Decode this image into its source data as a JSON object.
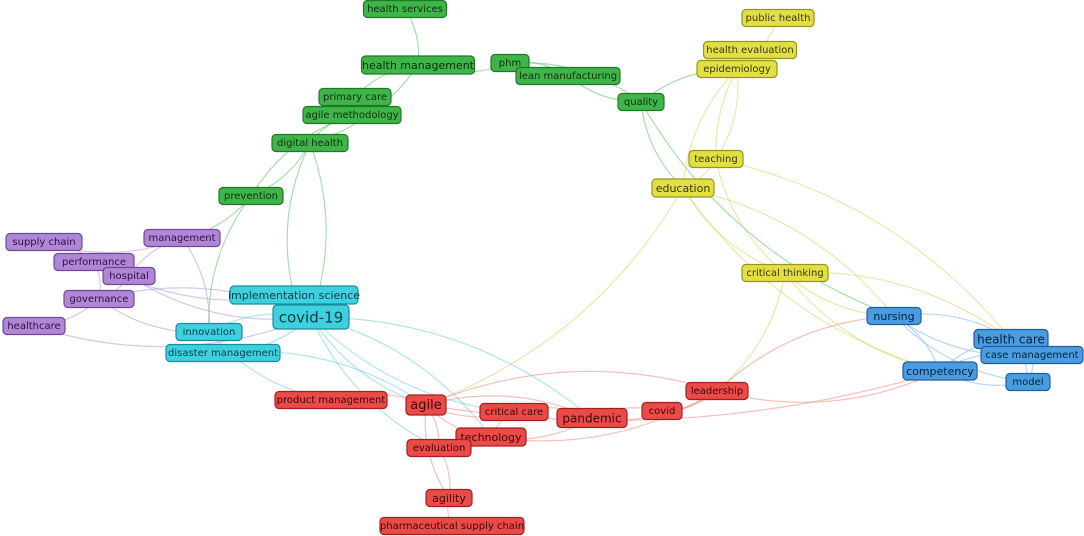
{
  "clusters": {
    "green": {
      "fill": "#3fb449",
      "stroke": "#1f7a28",
      "text": "#0d2e10",
      "edge": "#5cc46a"
    },
    "yellow": {
      "fill": "#e2df45",
      "stroke": "#9a9320",
      "text": "#3a3808",
      "edge": "#d6d66a"
    },
    "purple": {
      "fill": "#b186d6",
      "stroke": "#6e4a93",
      "text": "#2a1440",
      "edge": "#b59ad8"
    },
    "cyan": {
      "fill": "#3fd0e0",
      "stroke": "#1b8c99",
      "text": "#073d44",
      "edge": "#6fd0dc"
    },
    "red": {
      "fill": "#ea4a48",
      "stroke": "#a4201f",
      "text": "#3d0707",
      "edge": "#ee8c88"
    },
    "blue": {
      "fill": "#4a9be0",
      "stroke": "#1d5f9a",
      "text": "#06223d",
      "edge": "#7fb5e8"
    }
  },
  "nodes": [
    {
      "id": "health services",
      "label": "health services",
      "cluster": "green"
    },
    {
      "id": "health management",
      "label": "health management",
      "cluster": "green"
    },
    {
      "id": "phm",
      "label": "phm",
      "cluster": "green"
    },
    {
      "id": "lean manufacturing",
      "label": "lean manufacturing",
      "cluster": "green"
    },
    {
      "id": "primary care",
      "label": "primary care",
      "cluster": "green"
    },
    {
      "id": "agile methodology",
      "label": "agile methodology",
      "cluster": "green"
    },
    {
      "id": "digital health",
      "label": "digital health",
      "cluster": "green"
    },
    {
      "id": "quality",
      "label": "quality",
      "cluster": "green"
    },
    {
      "id": "prevention",
      "label": "prevention",
      "cluster": "green"
    },
    {
      "id": "public health",
      "label": "public health",
      "cluster": "yellow"
    },
    {
      "id": "health evaluation",
      "label": "health evaluation",
      "cluster": "yellow"
    },
    {
      "id": "epidemiology",
      "label": "epidemiology",
      "cluster": "yellow"
    },
    {
      "id": "teaching",
      "label": "teaching",
      "cluster": "yellow"
    },
    {
      "id": "education",
      "label": "education",
      "cluster": "yellow"
    },
    {
      "id": "critical thinking",
      "label": "critical thinking",
      "cluster": "yellow"
    },
    {
      "id": "supply chain",
      "label": "supply chain",
      "cluster": "purple"
    },
    {
      "id": "management",
      "label": "management",
      "cluster": "purple"
    },
    {
      "id": "performance",
      "label": "performance",
      "cluster": "purple"
    },
    {
      "id": "hospital",
      "label": "hospital",
      "cluster": "purple"
    },
    {
      "id": "governance",
      "label": "governance",
      "cluster": "purple"
    },
    {
      "id": "healthcare",
      "label": "healthcare",
      "cluster": "purple"
    },
    {
      "id": "implementation science",
      "label": "implementation science",
      "cluster": "cyan"
    },
    {
      "id": "covid-19",
      "label": "covid-19",
      "cluster": "cyan"
    },
    {
      "id": "innovation",
      "label": "innovation",
      "cluster": "cyan"
    },
    {
      "id": "disaster management",
      "label": "disaster management",
      "cluster": "cyan"
    },
    {
      "id": "product management",
      "label": "product management",
      "cluster": "red"
    },
    {
      "id": "agile",
      "label": "agile",
      "cluster": "red"
    },
    {
      "id": "critical care",
      "label": "critical care",
      "cluster": "red"
    },
    {
      "id": "pandemic",
      "label": "pandemic",
      "cluster": "red"
    },
    {
      "id": "covid",
      "label": "covid",
      "cluster": "red"
    },
    {
      "id": "leadership",
      "label": "leadership",
      "cluster": "red"
    },
    {
      "id": "technology",
      "label": "technology",
      "cluster": "red"
    },
    {
      "id": "evaluation",
      "label": "evaluation",
      "cluster": "red"
    },
    {
      "id": "agility",
      "label": "agility",
      "cluster": "red"
    },
    {
      "id": "pharmaceutical supply chain",
      "label": "pharmaceutical supply chain",
      "cluster": "red"
    },
    {
      "id": "nursing",
      "label": "nursing",
      "cluster": "blue"
    },
    {
      "id": "health care",
      "label": "health care",
      "cluster": "blue"
    },
    {
      "id": "case management",
      "label": "case management",
      "cluster": "blue"
    },
    {
      "id": "competency",
      "label": "competency",
      "cluster": "blue"
    },
    {
      "id": "model",
      "label": "model",
      "cluster": "blue"
    }
  ],
  "edges": [
    [
      "health services",
      "health management"
    ],
    [
      "health management",
      "phm"
    ],
    [
      "phm",
      "lean manufacturing"
    ],
    [
      "health management",
      "primary care"
    ],
    [
      "primary care",
      "agile methodology"
    ],
    [
      "agile methodology",
      "digital health"
    ],
    [
      "health management",
      "digital health"
    ],
    [
      "lean manufacturing",
      "quality"
    ],
    [
      "phm",
      "quality"
    ],
    [
      "quality",
      "education"
    ],
    [
      "quality",
      "epidemiology"
    ],
    [
      "quality",
      "nursing"
    ],
    [
      "digital health",
      "prevention"
    ],
    [
      "digital health",
      "implementation science"
    ],
    [
      "digital health",
      "covid-19"
    ],
    [
      "agile methodology",
      "prevention"
    ],
    [
      "prevention",
      "management"
    ],
    [
      "prevention",
      "innovation"
    ],
    [
      "public health",
      "epidemiology"
    ],
    [
      "health evaluation",
      "teaching"
    ],
    [
      "epidemiology",
      "teaching"
    ],
    [
      "epidemiology",
      "education"
    ],
    [
      "teaching",
      "education"
    ],
    [
      "teaching",
      "critical thinking"
    ],
    [
      "teaching",
      "health care"
    ],
    [
      "education",
      "critical thinking"
    ],
    [
      "education",
      "nursing"
    ],
    [
      "education",
      "competency"
    ],
    [
      "education",
      "agile"
    ],
    [
      "critical thinking",
      "nursing"
    ],
    [
      "critical thinking",
      "health care"
    ],
    [
      "critical thinking",
      "competency"
    ],
    [
      "critical thinking",
      "leadership"
    ],
    [
      "supply chain",
      "management"
    ],
    [
      "supply chain",
      "performance"
    ],
    [
      "management",
      "hospital"
    ],
    [
      "management",
      "innovation"
    ],
    [
      "performance",
      "hospital"
    ],
    [
      "performance",
      "governance"
    ],
    [
      "performance",
      "implementation science"
    ],
    [
      "hospital",
      "governance"
    ],
    [
      "hospital",
      "covid-19"
    ],
    [
      "governance",
      "healthcare"
    ],
    [
      "governance",
      "innovation"
    ],
    [
      "governance",
      "covid-19"
    ],
    [
      "healthcare",
      "covid-19"
    ],
    [
      "implementation science",
      "covid-19"
    ],
    [
      "covid-19",
      "innovation"
    ],
    [
      "covid-19",
      "disaster management"
    ],
    [
      "covid-19",
      "agile"
    ],
    [
      "covid-19",
      "technology"
    ],
    [
      "covid-19",
      "critical care"
    ],
    [
      "covid-19",
      "pandemic"
    ],
    [
      "covid-19",
      "evaluation"
    ],
    [
      "disaster management",
      "agile"
    ],
    [
      "innovation",
      "product management"
    ],
    [
      "product management",
      "agile"
    ],
    [
      "agile",
      "critical care"
    ],
    [
      "agile",
      "pandemic"
    ],
    [
      "agile",
      "technology"
    ],
    [
      "agile",
      "evaluation"
    ],
    [
      "agile",
      "agility"
    ],
    [
      "agile",
      "leadership"
    ],
    [
      "agile",
      "competency"
    ],
    [
      "critical care",
      "pandemic"
    ],
    [
      "critical care",
      "technology"
    ],
    [
      "pandemic",
      "covid"
    ],
    [
      "pandemic",
      "leadership"
    ],
    [
      "pandemic",
      "technology"
    ],
    [
      "covid",
      "leadership"
    ],
    [
      "technology",
      "evaluation"
    ],
    [
      "technology",
      "leadership"
    ],
    [
      "evaluation",
      "agility"
    ],
    [
      "agility",
      "pharmaceutical supply chain"
    ],
    [
      "leadership",
      "nursing"
    ],
    [
      "leadership",
      "competency"
    ],
    [
      "nursing",
      "health care"
    ],
    [
      "nursing",
      "case management"
    ],
    [
      "nursing",
      "competency"
    ],
    [
      "nursing",
      "model"
    ],
    [
      "health care",
      "case management"
    ],
    [
      "health care",
      "competency"
    ],
    [
      "health care",
      "model"
    ],
    [
      "case management",
      "competency"
    ],
    [
      "case management",
      "model"
    ],
    [
      "competency",
      "model"
    ]
  ]
}
